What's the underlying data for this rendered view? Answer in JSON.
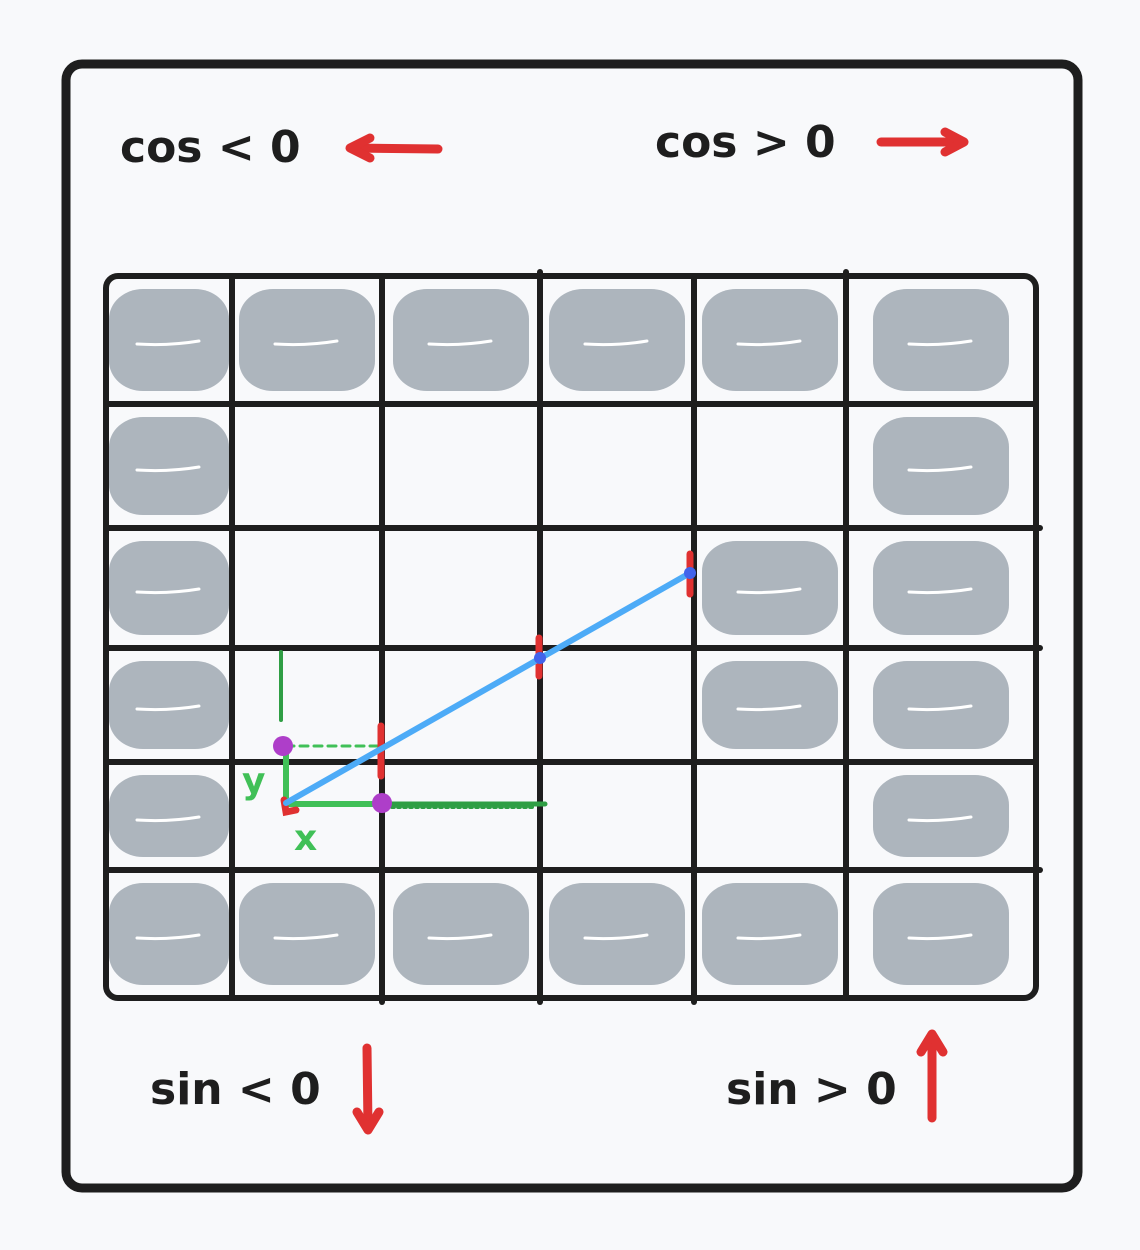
{
  "labels": {
    "cos_neg": "cos < 0",
    "cos_pos": "cos > 0",
    "sin_neg": "sin < 0",
    "sin_pos": "sin > 0",
    "axis_x": "x",
    "axis_y": "y"
  },
  "arrows": {
    "cos_neg": "arrow-left-icon",
    "cos_pos": "arrow-right-icon",
    "sin_neg": "arrow-down-icon",
    "sin_pos": "arrow-up-icon"
  },
  "grid": {
    "rows": 6,
    "cols": 6,
    "walls": [
      [
        1,
        1,
        1,
        1,
        1,
        1
      ],
      [
        1,
        0,
        0,
        0,
        0,
        1
      ],
      [
        1,
        0,
        0,
        0,
        1,
        1
      ],
      [
        1,
        0,
        0,
        0,
        1,
        1
      ],
      [
        1,
        0,
        0,
        0,
        0,
        1
      ],
      [
        1,
        1,
        1,
        1,
        1,
        1
      ]
    ]
  },
  "colors": {
    "background": "#f8f9fb",
    "ink": "#1e1e1e",
    "wall": "#adb5bd",
    "ray": "#4dabf7",
    "ray_point": "#4263eb",
    "crossing": "#e03131",
    "axes": "#2f9e44",
    "axes_light": "#40c057",
    "marker": "#ae3ec9",
    "arrow": "#e03131"
  }
}
